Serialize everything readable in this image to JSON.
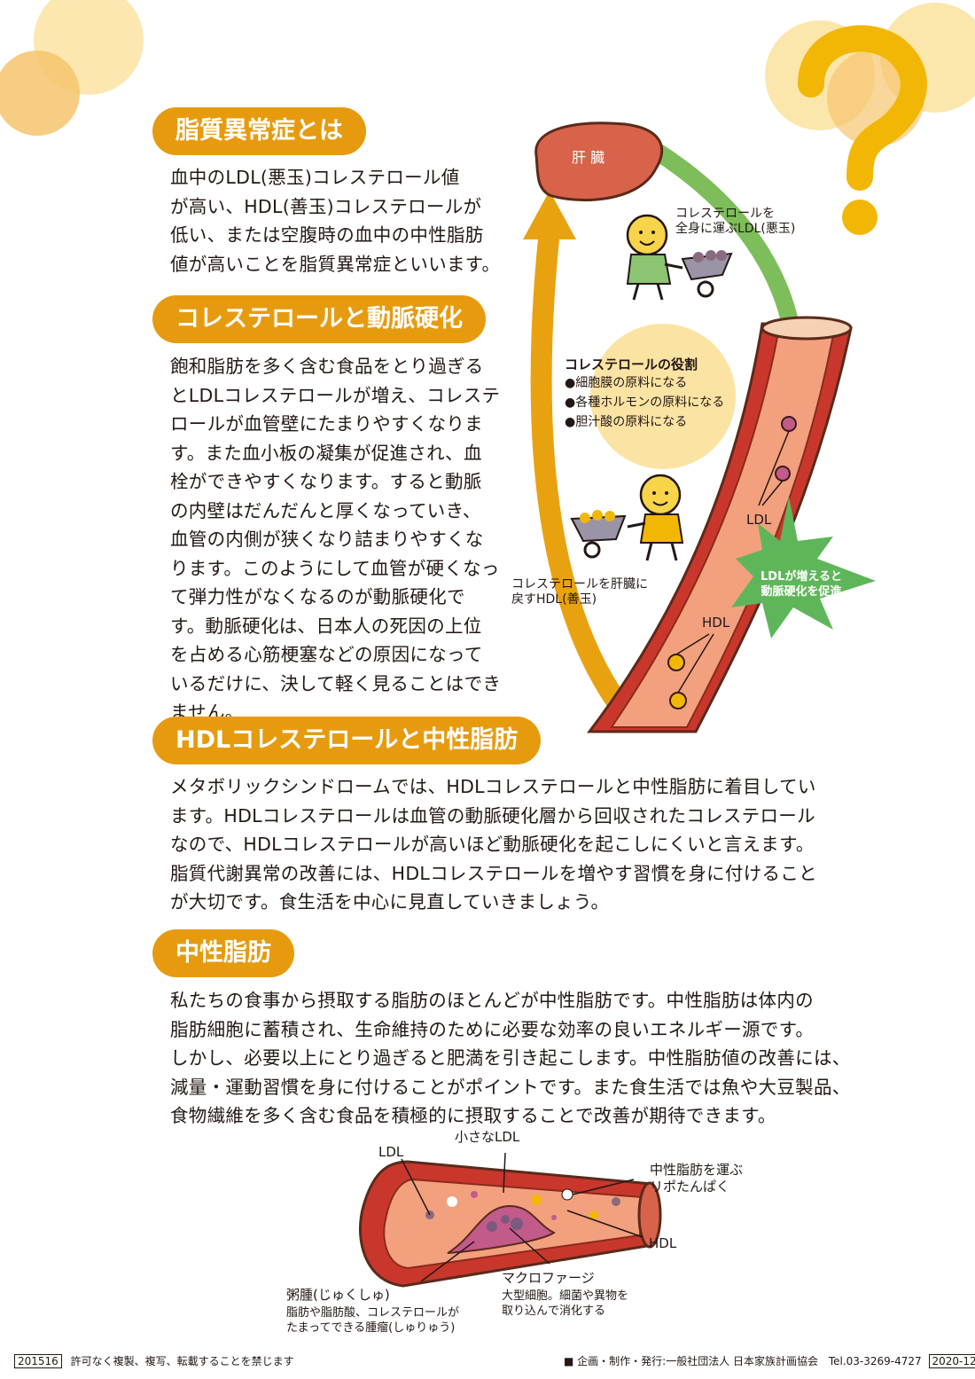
{
  "sections": {
    "dyslipidemia": {
      "heading": "脂質異常症とは",
      "lines": [
        "血中のLDL(悪玉)コレステロール値",
        "が高い、HDL(善玉)コレステロールが",
        "低い、または空腹時の血中の中性脂肪",
        "値が高いことを脂質異常症といいます。"
      ]
    },
    "arteriosclerosis": {
      "heading": "コレステロールと動脈硬化",
      "lines": [
        "飽和脂肪を多く含む食品をとり過ぎる",
        "とLDLコレステロールが増え、コレステ",
        "ロールが血管壁にたまりやすくなりま",
        "す。また血小板の凝集が促進され、血",
        "栓ができやすくなります。すると動脈",
        "の内壁はだんだんと厚くなっていき、",
        "血管の内側が狭くなり詰まりやすくな",
        "ります。このようにして血管が硬くなっ",
        "て弾力性がなくなるのが動脈硬化で",
        "す。動脈硬化は、日本人の死因の上位",
        "を占める心筋梗塞などの原因になって",
        "いるだけに、決して軽く見ることはでき",
        "ません。"
      ]
    },
    "hdl": {
      "heading": "HDLコレステロールと中性脂肪",
      "lines": [
        "メタボリックシンドロームでは、HDLコレステロールと中性脂肪に着目してい",
        "ます。HDLコレステロールは血管の動脈硬化層から回収されたコレステロール",
        "なので、HDLコレステロールが高いほど動脈硬化を起こしにくいと言えます。",
        "脂質代謝異常の改善には、HDLコレステロールを増やす習慣を身に付けること",
        "が大切です。食生活を中心に見直していきましょう。"
      ]
    },
    "triglyceride": {
      "heading": "中性脂肪",
      "lines": [
        "私たちの食事から摂取する脂肪のほとんどが中性脂肪です。中性脂肪は体内の",
        "脂肪細胞に蓄積され、生命維持のために必要な効率の良いエネルギー源です。",
        "しかし、必要以上にとり過ぎると肥満を引き起こします。中性脂肪値の改善には、",
        "減量・運動習慣を身に付けることがポイントです。また食生活では魚や大豆製品、",
        "食物繊維を多く含む食品を積極的に摂取することで改善が期待できます。"
      ]
    }
  },
  "diagram1": {
    "liver": "肝 臓",
    "ldl_carrier": [
      "コレステロールを",
      "全身に運ぶLDL(悪玉)"
    ],
    "roles_title": "コレステロールの役割",
    "roles": [
      "●細胞膜の原料になる",
      "●各種ホルモンの原料になる",
      "●胆汁酸の原料になる"
    ],
    "ldl": "LDL",
    "hdl": "HDL",
    "hdl_carrier": [
      "コレステロールを肝臓に",
      "戻すHDL(善玉)"
    ],
    "burst": [
      "LDLが増えると",
      "動脈硬化を促進"
    ]
  },
  "diagram2": {
    "ldl": "LDL",
    "small_ldl": "小さなLDL",
    "lipoprotein": [
      "中性脂肪を運ぶ",
      "リポたんぱく"
    ],
    "hdl": "HDL",
    "macrophage": "マクロファージ",
    "macrophage_desc": [
      "大型細胞。細菌や異物を",
      "取り込んで消化する"
    ],
    "atheroma": "粥腫(じゅくしゅ)",
    "atheroma_desc": [
      "脂肪や脂肪酸、コレステロールが",
      "たまってできる腫瘤(しゅりゅう)"
    ]
  },
  "footer": {
    "code": "201516",
    "notice": "許可なく複製、複写、転載することを禁じます",
    "publisher": "■ 企画・制作・発行:一般社団法人 日本家族計画協会",
    "tel": "Tel.03-3269-4727",
    "date": "2020-12"
  },
  "colors": {
    "accent": "#e69b0f",
    "vessel": "#c9372c",
    "liver": "#d9624a",
    "green": "#7dbd5a"
  }
}
